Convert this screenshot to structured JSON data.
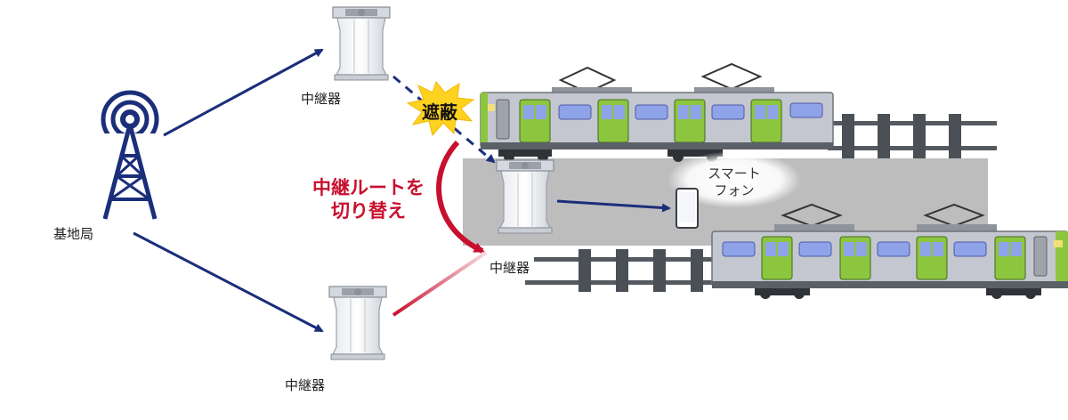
{
  "labels": {
    "base_station": "基地局",
    "repeater_top": "中継器",
    "repeater_mid": "中継器",
    "repeater_bottom": "中継器",
    "blocking": "遮蔽",
    "route_switch_line1": "中継ルートを",
    "route_switch_line2": "切り替え",
    "smartphone_line1": "スマート",
    "smartphone_line2": "フォン"
  },
  "colors": {
    "link_navy": "#1b2e7a",
    "link_red": "#c8102e",
    "train_body": "#c4c7cf",
    "train_door": "#8cc63f",
    "train_window": "#8fa3e8",
    "train_stripe": "#8cc63f",
    "track_gray": "#bdbdbd",
    "burst_yellow": "#ffd21f",
    "tower_blue": "#1b2e7a"
  },
  "icons": {
    "base_station": "radio-tower-icon",
    "repeater": "repeater-unit-icon",
    "smartphone": "smartphone-icon",
    "blocking": "burst-icon"
  }
}
